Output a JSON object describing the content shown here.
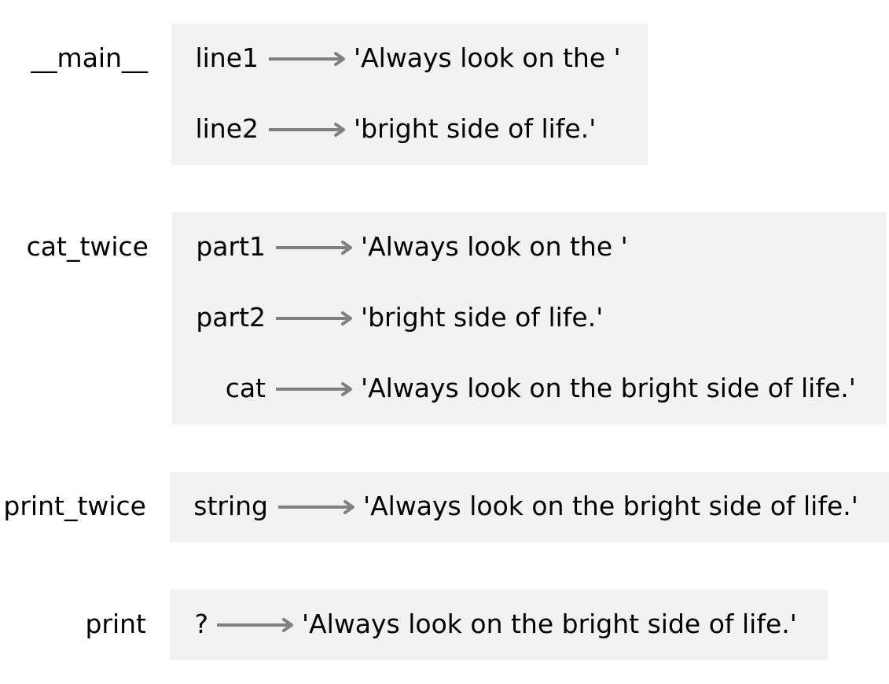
{
  "colors": {
    "frame_bg": "#f2f2f2",
    "arrow": "#808080",
    "text": "#000000"
  },
  "frames": [
    {
      "name": "__main__",
      "vars": [
        {
          "name": "line1",
          "value": "'Always look on the '"
        },
        {
          "name": "line2",
          "value": "'bright side of life.'"
        }
      ]
    },
    {
      "name": "cat_twice",
      "vars": [
        {
          "name": "part1",
          "value": "'Always look on the '"
        },
        {
          "name": "part2",
          "value": "'bright side of life.'"
        },
        {
          "name": "cat",
          "value": "'Always look on the bright side of life.'"
        }
      ]
    },
    {
      "name": "print_twice",
      "vars": [
        {
          "name": "string",
          "value": "'Always look on the bright side of life.'"
        }
      ]
    },
    {
      "name": "print",
      "vars": [
        {
          "name": "?",
          "value": "'Always look on the bright side of life.'"
        }
      ]
    }
  ]
}
